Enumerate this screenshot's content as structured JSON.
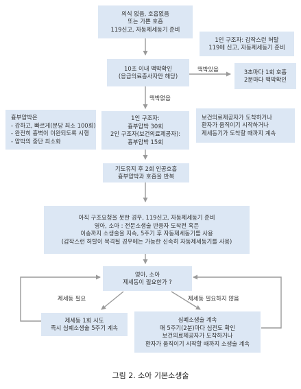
{
  "boxes": {
    "unconscious": [
      "의식 없음, 호흡없음",
      "또는 가쁜 호흡",
      "119신고, 자동제세동기 준비"
    ],
    "single_rescuer_note": [
      "1인 구조자: 갑작스런 허탈",
      "119에 신고, 자동제세동기 준비"
    ],
    "pulse_check": [
      "10초 이내 맥박확인",
      "(응급의료종사자만 해당)"
    ],
    "rescue_breath": [
      "3초마다 1회 호흡",
      "2분마다 맥박확인"
    ],
    "compression_info": [
      "흉부압박은",
      "- 강하고, 빠르게(분당 최소 100회)",
      "- 완전히 흉벽이 이완되도록 시행",
      "- 압박의 중단 최소화"
    ],
    "cpr_ratio": [
      "1인 구조자:",
      "흉부압박 30회",
      "2인 구조자(보건의료제공자):",
      "흉부압박 15회"
    ],
    "continue_note": [
      "보건의료제공자가 도착하거나",
      "환자가 움직이기 시작하거나",
      "제세동기가 도착할 때까지 계속"
    ],
    "airway": [
      "기도유지 후 2회 인공호흡",
      "흉부압박과 호흡을 반복"
    ],
    "aed_prep": [
      "아직 구조요청을 못한 경우, 119신고, 자동제세동기 준비",
      "영아, 소아 : 전문소생술 반응자 도착전 혹은",
      "이송까지 소생술을 지속, 5주기 후 자동제세동기를 사용",
      "(갑작스런 허탈이 목격될 경우에는 가능한 신속히 자동제세동기를 사용)"
    ],
    "decision": [
      "영아, 소아",
      "제세동이 필요한가 ?"
    ],
    "shock": [
      "제세동 1회 시도",
      "즉시 심폐소생술 5주기 계속"
    ],
    "no_shock": [
      "심폐소생술 계속",
      "매 5주기(2분)마다 심전도 확인",
      "보건의료제공자가 도착하거나",
      "환자가 움직이기 시작할 때까지 소생술 계속"
    ]
  },
  "labels": {
    "pulse_yes": "맥박있음",
    "pulse_no": "맥박없음",
    "shock_needed": "제세동 필요",
    "shock_not_needed": "제세동 필요하지 않음"
  },
  "caption": "그림 2. 소아 기본소생술",
  "colors": {
    "box": "#dce7f4",
    "arrow": "#9a9a9a"
  }
}
